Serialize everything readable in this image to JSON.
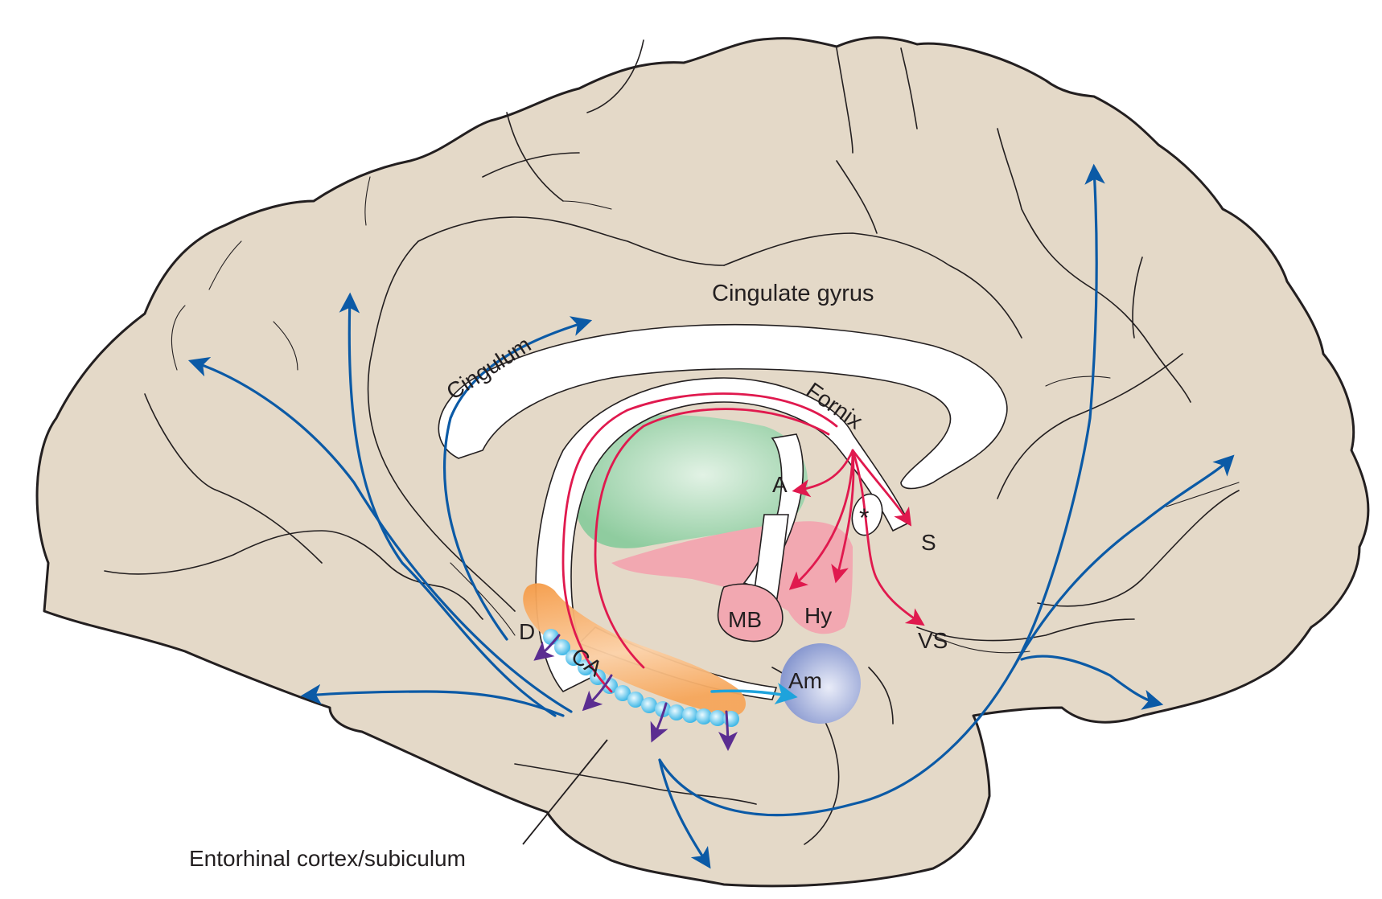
{
  "figure": {
    "type": "medial view of brain - hippocampal formation connections",
    "labels": {
      "cingulate_gyrus": "Cingulate gyrus",
      "cingulum": "Cingulum",
      "fornix": "Fornix",
      "anterior_thalamus": "A",
      "septum": "S",
      "mammillary_body": "MB",
      "hypothalamus": "Hy",
      "ventral_striatum": "VS",
      "amygdala": "Am",
      "dentate": "D",
      "cornu_ammonis": "CA",
      "asterisk": "*",
      "entorhinal": "Entorhinal cortex/subiculum"
    },
    "colors": {
      "brain_fill": "#e4d9c8",
      "outline": "#231f20",
      "cortical_projection_blue": "#0b5aa6",
      "fornix_projection_red": "#e0194e",
      "hippocampal_output_purple": "#5b2d91",
      "amygdala_projection_cyan": "#1ea3dc",
      "thalamus_green": "#9fd3ab",
      "hypothalamus_pink": "#f2a8b1",
      "amygdala_blue": "#9aa9d8",
      "hippocampus_orange": "#f7a95a",
      "dentate_cells": "#7fd3f0"
    },
    "pathways": [
      {
        "name": "fornix-to-anterior-thalamus",
        "color": "red",
        "target": "A"
      },
      {
        "name": "fornix-to-mammillary-body",
        "color": "red",
        "target": "MB"
      },
      {
        "name": "fornix-to-hypothalamus",
        "color": "red",
        "target": "Hy"
      },
      {
        "name": "fornix-to-septum",
        "color": "red",
        "target": "S"
      },
      {
        "name": "fornix-to-ventral-striatum",
        "color": "red",
        "target": "VS"
      },
      {
        "name": "hippocampus-to-amygdala",
        "color": "cyan",
        "target": "Am"
      },
      {
        "name": "cingulum-projection",
        "color": "blue",
        "target": "cingulate cortex"
      },
      {
        "name": "entorhinal-cortical-projections",
        "color": "blue",
        "target": "neocortex"
      }
    ]
  }
}
